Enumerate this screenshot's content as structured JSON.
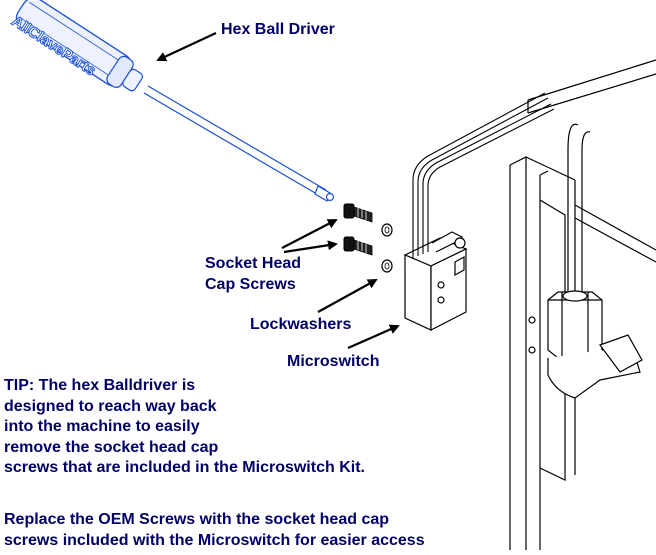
{
  "labels": {
    "hex_ball_driver": "Hex Ball Driver",
    "socket_head_line1": "Socket Head",
    "socket_head_line2": "Cap Screws",
    "lockwashers": "Lockwashers",
    "microswitch": "Microswitch"
  },
  "brand_text": "AllClaveParts",
  "tip": [
    "TIP:  The hex Balldriver is",
    "designed to reach way back",
    "into the machine to easily",
    "remove the socket head cap",
    "screws that are included in the Microswitch Kit."
  ],
  "replace": [
    "Replace the OEM Screws  with the socket head cap",
    "screws included with the Microswitch for easier access"
  ],
  "colors": {
    "text": "#000066",
    "line": "#000000",
    "driver_blue": "#1a4fd6"
  }
}
